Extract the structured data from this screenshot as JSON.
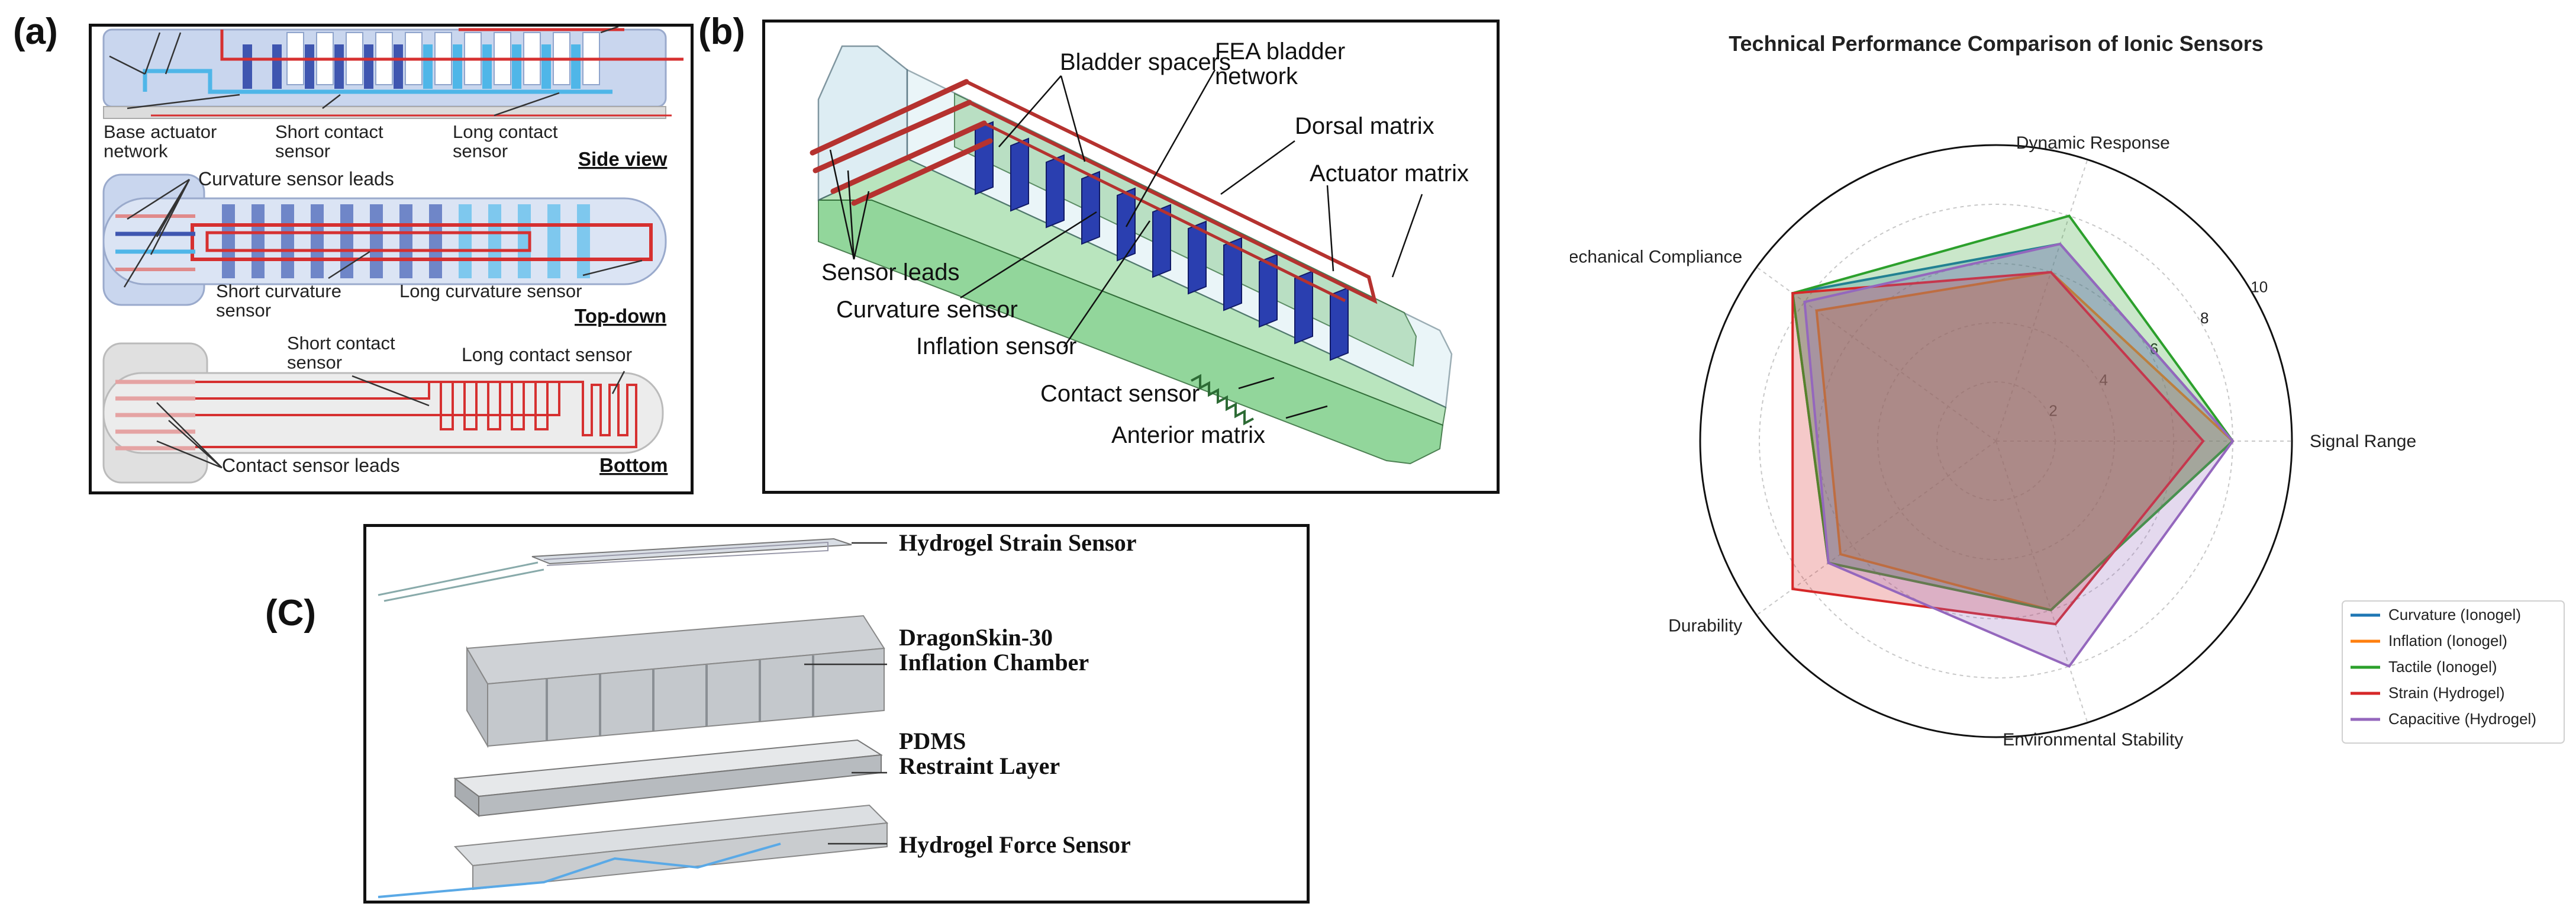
{
  "panel_a": {
    "letter": "(a)",
    "side_view": {
      "labels": {
        "base_actuator": "Base actuator\nnetwork",
        "short_contact": "Short contact\nsensor",
        "long_contact": "Long contact\nsensor"
      },
      "view_title": "Side view"
    },
    "top_down": {
      "labels": {
        "leads": "Curvature sensor leads",
        "short_curv": "Short curvature\nsensor",
        "long_curv": "Long curvature sensor"
      },
      "view_title": "Top-down"
    },
    "bottom": {
      "labels": {
        "short_contact": "Short contact\nsensor",
        "long_contact": "Long contact sensor",
        "leads": "Contact sensor leads"
      },
      "view_title": "Bottom"
    }
  },
  "panel_b": {
    "letter": "(b)",
    "labels": {
      "bladder_spacers": "Bladder spacers",
      "fea_bladder": "FEA bladder\nnetwork",
      "dorsal": "Dorsal matrix",
      "actuator": "Actuator matrix",
      "sensor_leads": "Sensor leads",
      "curvature": "Curvature sensor",
      "inflation": "Inflation sensor",
      "contact": "Contact sensor",
      "anterior": "Anterior matrix"
    }
  },
  "panel_c": {
    "letter": "(C)",
    "labels": {
      "strain": "Hydrogel Strain Sensor",
      "dragon": "DragonSkin-30\nInflation Chamber",
      "pdms": "PDMS\nRestraint Layer",
      "force": "Hydrogel Force Sensor"
    }
  },
  "chart_data": {
    "type": "radar",
    "title": "Technical Performance Comparison of Ionic Sensors",
    "axes": [
      "Signal Range",
      "Dynamic Response",
      "Mechanical Compliance",
      "Durability",
      "Environmental Stability"
    ],
    "radial_ticks": [
      2,
      4,
      6,
      8,
      10
    ],
    "rlim": [
      0,
      10
    ],
    "grid": true,
    "legend_position": "right",
    "series": [
      {
        "name": "Curvature (Ionogel)",
        "color": "#1f77b4",
        "values": [
          8,
          7,
          8.5,
          7,
          6
        ]
      },
      {
        "name": "Inflation (Ionogel)",
        "color": "#ff7f0e",
        "values": [
          8,
          6,
          7.5,
          6.5,
          6
        ]
      },
      {
        "name": "Tactile (Ionogel)",
        "color": "#2ca02c",
        "values": [
          8,
          8,
          8.5,
          7,
          6
        ]
      },
      {
        "name": "Strain (Hydrogel)",
        "color": "#d62728",
        "values": [
          7,
          6,
          8.5,
          8.5,
          6.5
        ]
      },
      {
        "name": "Capacitive (Hydrogel)",
        "color": "#9467bd",
        "values": [
          8,
          7,
          8,
          7,
          8
        ]
      }
    ]
  }
}
